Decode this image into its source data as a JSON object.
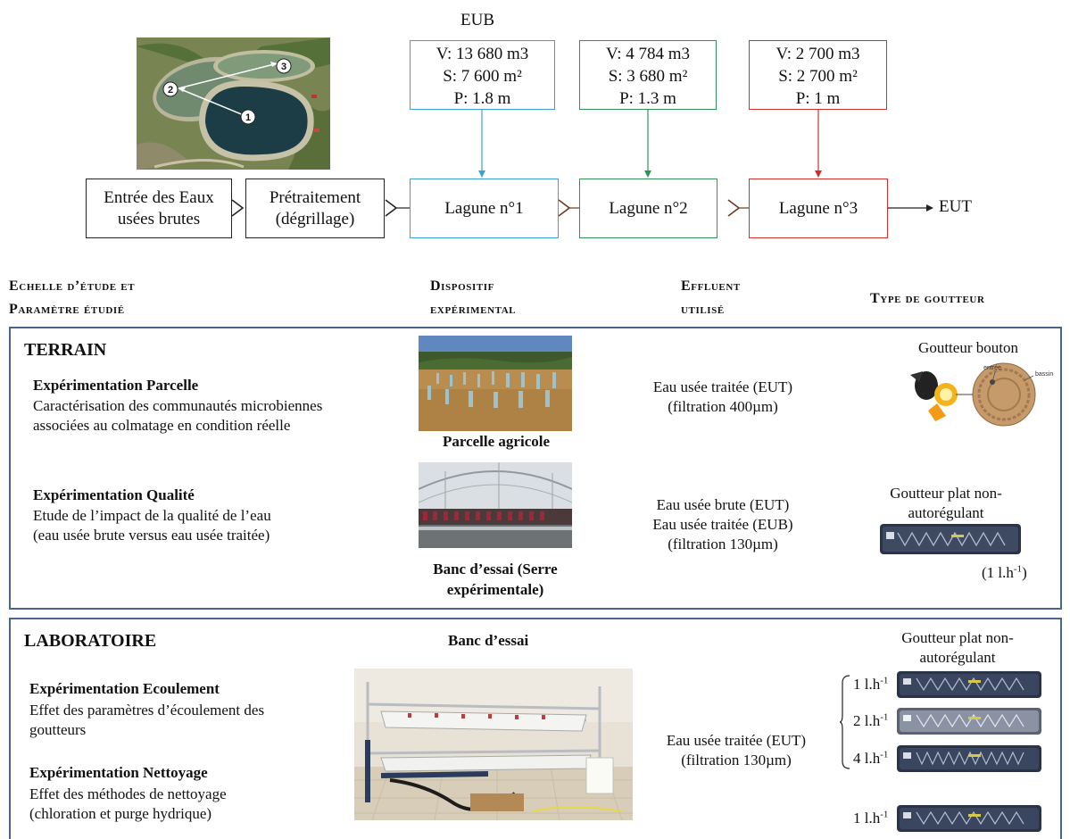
{
  "flow": {
    "eub_label": "EUB",
    "aerial_markers": [
      "1",
      "2",
      "3"
    ],
    "params": [
      {
        "v": "V: 13 680 m3",
        "s": "S: 7 600 m²",
        "p": "P: 1.8 m",
        "color": "#3aa2cf"
      },
      {
        "v": "V: 4 784 m3",
        "s": "S: 3 680 m²",
        "p": "P: 1.3 m",
        "color": "#2f9455"
      },
      {
        "v": "V: 2 700 m3",
        "s": "S: 2 700 m²",
        "p": "P: 1 m",
        "color": "#cf2f2f"
      }
    ],
    "entry_line1": "Entrée des Eaux",
    "entry_line2": "usées brutes",
    "pretreat_line1": "Prétraitement",
    "pretreat_line2": "(dégrillage)",
    "lagunes": [
      "Lagune n°1",
      "Lagune n°2",
      "Lagune n°3"
    ],
    "output": "EUT"
  },
  "headers": {
    "scale_line1": "Echelle d’étude et",
    "scale_line2": "Paramètre étudié",
    "device_line1": "Dispositif",
    "device_line2": "expérimental",
    "effluent_line1": "Effluent",
    "effluent_line2": "utilisé",
    "dripper": "Type de goutteur"
  },
  "terrain": {
    "title": "TERRAIN",
    "exp1": {
      "title": "Expérimentation Parcelle",
      "desc_line1": "Caractérisation des communautés microbiennes",
      "desc_line2": "associées au colmatage en condition réelle",
      "device_caption": "Parcelle agricole",
      "effluent_line1": "Eau usée traitée (EUT)",
      "effluent_line2": "(filtration 400µm)",
      "dripper_title": "Goutteur bouton",
      "dripper_labels": [
        "entrée",
        "bassin"
      ]
    },
    "exp2": {
      "title": "Expérimentation Qualité",
      "desc_line1": "Etude de l’impact de la qualité de l’eau",
      "desc_line2": "(eau usée brute versus eau usée traitée)",
      "device_caption_line1": "Banc d’essai (Serre",
      "device_caption_line2": "expérimentale)",
      "effluent_line1": "Eau usée brute (EUT)",
      "effluent_line2": "Eau usée traitée (EUB)",
      "effluent_line3": "(filtration 130µm)",
      "dripper_line1": "Goutteur plat non-",
      "dripper_line2": "autorégulant",
      "flow_rate": "(1 l.h",
      "flow_exp": "-1",
      "flow_close": ")"
    }
  },
  "laboratoire": {
    "title": "LABORATOIRE",
    "device_title": "Banc d’essai",
    "exp1": {
      "title": "Expérimentation Ecoulement",
      "desc_line1": "Effet des paramètres d’écoulement des",
      "desc_line2": "goutteurs"
    },
    "exp2": {
      "title": "Expérimentation Nettoyage",
      "desc_line1": "Effet des méthodes de nettoyage",
      "desc_line2": "(chloration et purge hydrique)"
    },
    "effluent_line1": "Eau usée traitée (EUT)",
    "effluent_line2": "(filtration 130µm)",
    "dripper_line1": "Goutteur plat non-",
    "dripper_line2": "autorégulant",
    "rates": [
      {
        "value": "1 l.h",
        "exp": "-1"
      },
      {
        "value": "2 l.h",
        "exp": "-1"
      },
      {
        "value": "4 l.h",
        "exp": "-1"
      },
      {
        "value": "1 l.h",
        "exp": "-1"
      }
    ]
  }
}
